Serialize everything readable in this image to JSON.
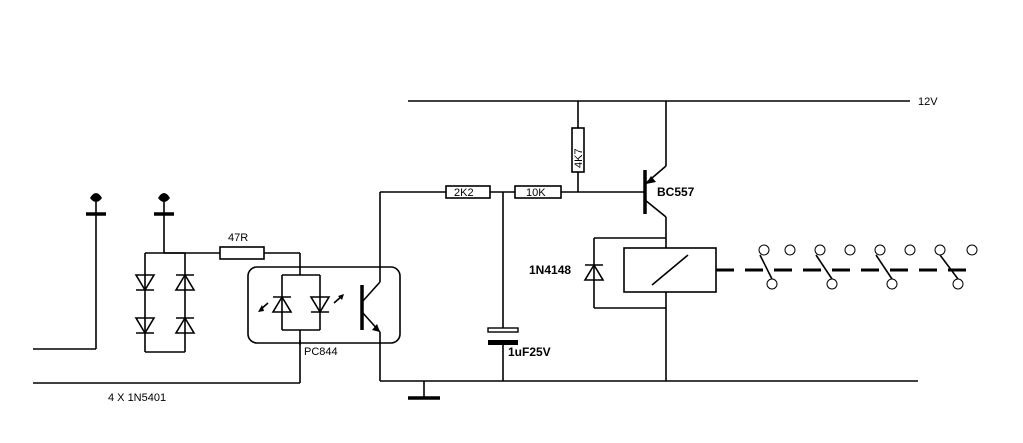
{
  "labels": {
    "supply": "12V",
    "r_input": "47R",
    "bridge": "4 X 1N5401",
    "optocoupler": "PC844",
    "r_base_1": "2K2",
    "r_base_2": "10K",
    "r_pullup": "4K7",
    "transistor": "BC557",
    "flyback_diode": "1N4148",
    "capacitor": "1uF25V"
  },
  "colors": {
    "wire": "#000000",
    "background": "#ffffff"
  },
  "icons": {
    "input_terminal_1": "terminal-icon",
    "input_terminal_2": "terminal-icon",
    "ground": "ground-icon",
    "relay": "relay-coil-icon",
    "contacts": "switch-contact-icon"
  }
}
